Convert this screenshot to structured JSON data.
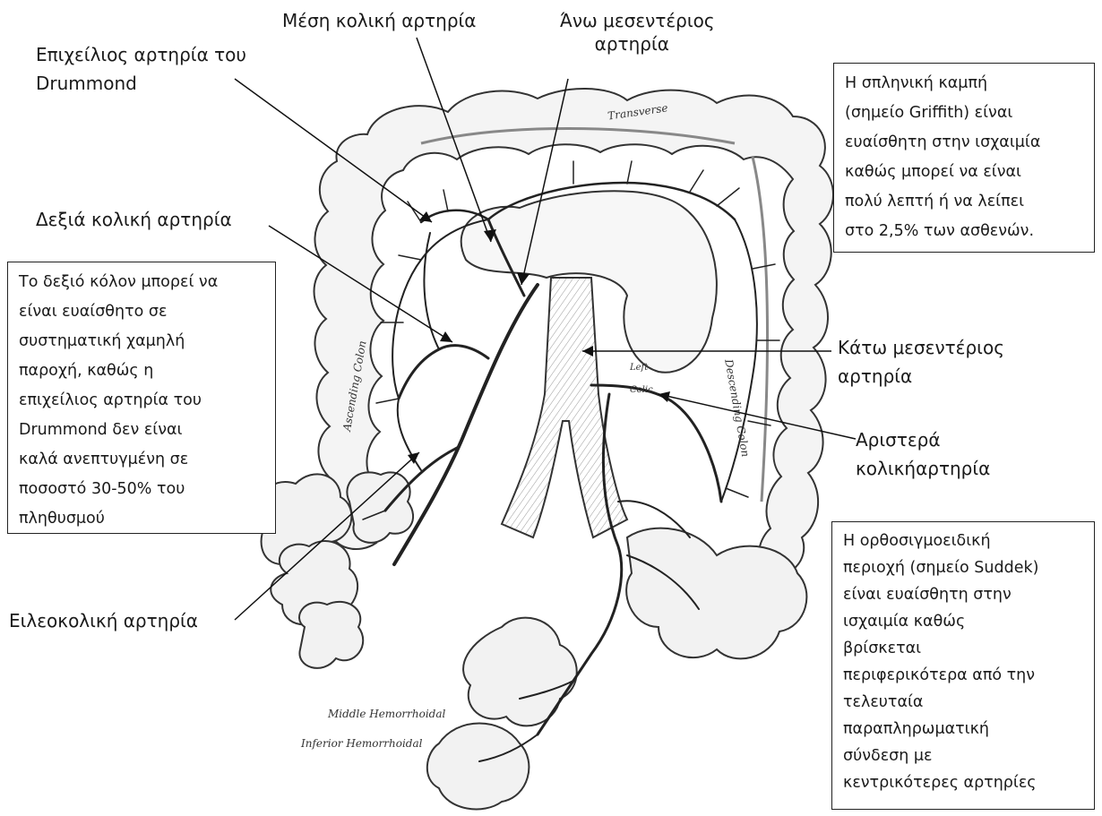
{
  "labels": {
    "middle_colic": "Μέση κολική αρτηρία",
    "superior_mesenteric": [
      "Άνω μεσεντέριος",
      "αρτηρία"
    ],
    "drummond": [
      "Επιχείλιος αρτηρία του",
      "Drummond"
    ],
    "right_colic": "Δεξιά κολική αρτηρία",
    "inferior_mesenteric": [
      "Κάτω μεσεντέριος",
      "αρτηρία"
    ],
    "left_colic": [
      "Αριστερά",
      "κολικήαρτηρία"
    ],
    "ileocolic": "Ειλεοκολική αρτηρία"
  },
  "notes": {
    "griffith": [
      "Η σπληνική καμπή",
      "(σημείο Griffith) είναι",
      "ευαίσθητη στην ισχαιμία",
      "καθώς μπορεί να είναι",
      "πολύ λεπτή ή να λείπει",
      "στο 2,5% των ασθενών."
    ],
    "right_colon": [
      "Το δεξιό κόλον μπορεί να",
      "είναι ευαίσθητο σε",
      "συστηματική χαμηλή",
      "παροχή, καθώς η",
      "επιχείλιος αρτηρία του",
      "Drummond δεν είναι",
      "καλά ανεπτυγμένη σε",
      "ποσοστό 30-50% του",
      "πληθυσμού"
    ],
    "sudeck": [
      "Η ορθοσιγμοειδική",
      "περιοχή (σημείο Suddek)",
      "είναι ευαίσθητη στην",
      "ισχαιμία καθώς",
      "βρίσκεται",
      "περιφερικότερα από την",
      "τελευταία",
      "παραπληρωματική",
      "σύνδεση με",
      "κεντρικότερες αρτηρίες"
    ]
  },
  "figure_text": {
    "transverse": "Transverse",
    "descending": "Descending Colon",
    "ascending": "Ascending Colon",
    "left": "Left",
    "colic": "Colic",
    "middle_hemorrhoidal": "Middle Hemorrhoidal",
    "inferior_hemorrhoidal": "Inferior Hemorrhoidal"
  },
  "icons": {
    "anatomy": "colon-arteries-illustration"
  }
}
